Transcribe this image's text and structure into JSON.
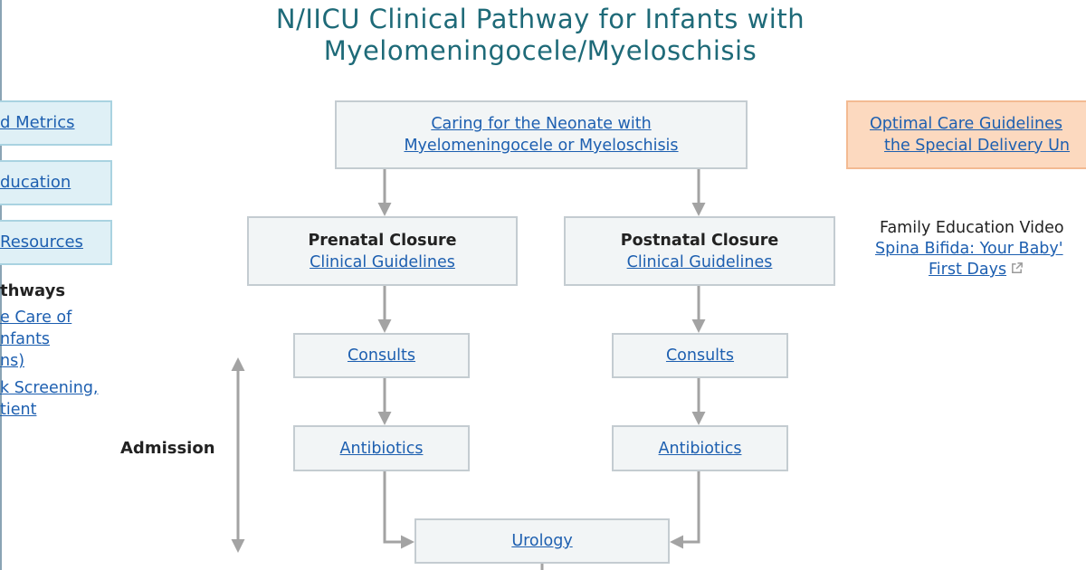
{
  "title": {
    "line1": "N/IICU Clinical Pathway for Infants with",
    "line2": "Myelomeningocele/Myeloschisis"
  },
  "left_panel": {
    "tabs": [
      {
        "label": "d Metrics"
      },
      {
        "label": "ducation"
      },
      {
        "label": "Resources"
      }
    ],
    "pathways_heading": "thways",
    "links": [
      {
        "lines": [
          "e Care of",
          "nfants",
          "ns)"
        ]
      },
      {
        "lines": [
          "k Screening,",
          "tient"
        ]
      }
    ]
  },
  "top_box": {
    "line1": "Caring for the Neonate with",
    "line2": "Myelomeningocele or Myeloschisis"
  },
  "right_panel": {
    "orange_box": {
      "line1": "Optimal Care Guidelines",
      "line2": "the Special Delivery Un"
    },
    "video_label": "Family Education Video",
    "video_link": {
      "line1": "Spina Bifida: Your Baby'",
      "line2": "First Days"
    },
    "video_icon": "external-link-icon"
  },
  "prenatal": {
    "heading": "Prenatal Closure",
    "guidelines": "Clinical Guidelines",
    "consults": "Consults",
    "antibiotics": "Antibiotics"
  },
  "postnatal": {
    "heading": "Postnatal Closure",
    "guidelines": "Clinical Guidelines",
    "consults": "Consults",
    "antibiotics": "Antibiotics"
  },
  "urology": "Urology",
  "admission_label": "Admission",
  "colors": {
    "title": "#1e6a78",
    "link": "#1d5fb0",
    "box_fill": "#f2f5f6",
    "blue_fill": "#dff0f6",
    "orange_fill": "#fcd9bf",
    "arrow": "#a3a3a3"
  }
}
